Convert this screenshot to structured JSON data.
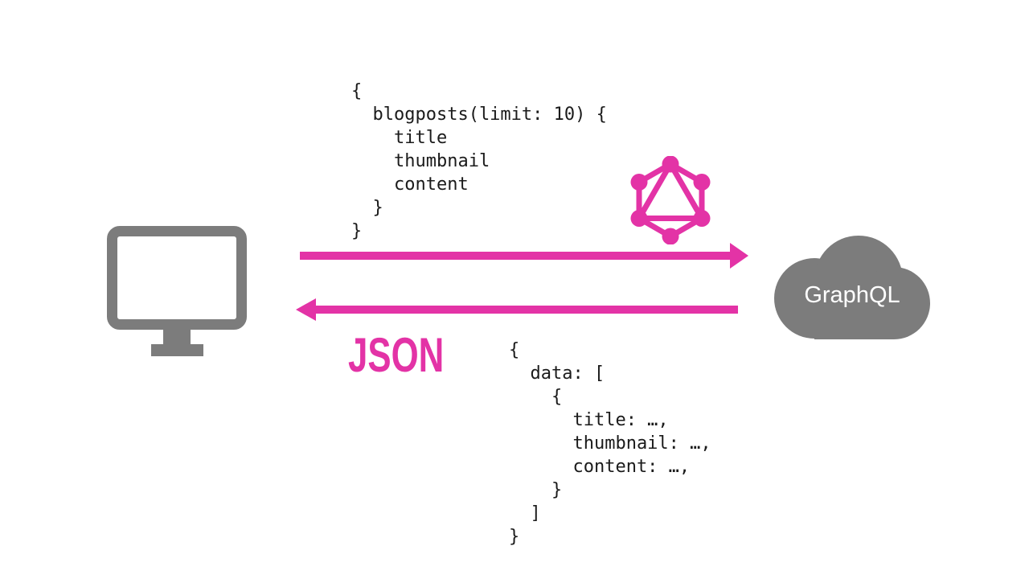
{
  "diagram": {
    "client": {
      "icon": "monitor-icon"
    },
    "request": {
      "code": "{\n  blogposts(limit: 10) {\n    title\n    thumbnail\n    content\n  }\n}",
      "direction": "client-to-server",
      "logo_icon": "graphql-logo"
    },
    "response": {
      "label": "JSON",
      "code": "{\n  data: [\n    {\n      title: …,\n      thumbnail: …,\n      content: …,\n    }\n  ]\n}",
      "direction": "server-to-client"
    },
    "server": {
      "label": "GraphQL",
      "icon": "cloud-icon"
    },
    "colors": {
      "accent_pink": "#E333A6",
      "icon_gray": "#7C7C7C",
      "code_text": "#1B1B1B",
      "background": "#FFFFFF",
      "cloud_text": "#FFFFFF"
    }
  }
}
